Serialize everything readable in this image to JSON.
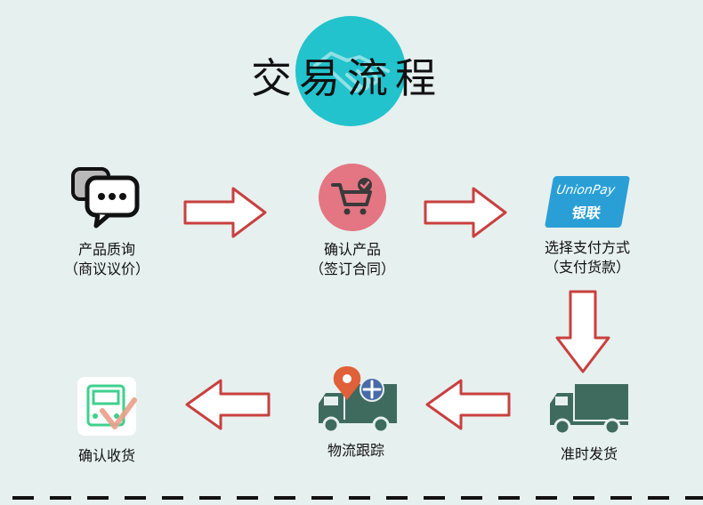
{
  "title": "交易流程",
  "steps": [
    {
      "line1": "产品质询",
      "line2": "（商议议价）"
    },
    {
      "line1": "确认产品",
      "line2": "（签订合同）"
    },
    {
      "line1": "选择支付方式",
      "line2": "（支付货款）"
    },
    {
      "line1": "准时发货"
    },
    {
      "line1": "物流跟踪"
    },
    {
      "line1": "确认收货"
    }
  ],
  "unionpay": {
    "brand": "UnionPay",
    "cn": "银联"
  },
  "colors": {
    "accent": "#22c3cc",
    "arrow_stroke": "#c8403f",
    "cart_circle": "#e37682",
    "truck": "#3f6b5e",
    "unionpay": "#2a9fd6",
    "pin": "#e0603a",
    "check": "#e8a08a"
  }
}
